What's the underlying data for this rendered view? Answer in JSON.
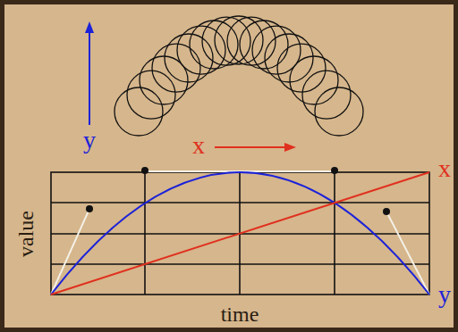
{
  "diagram": {
    "labels": [
      "y",
      "x",
      "x",
      "y",
      "value",
      "time"
    ]
  }
}
